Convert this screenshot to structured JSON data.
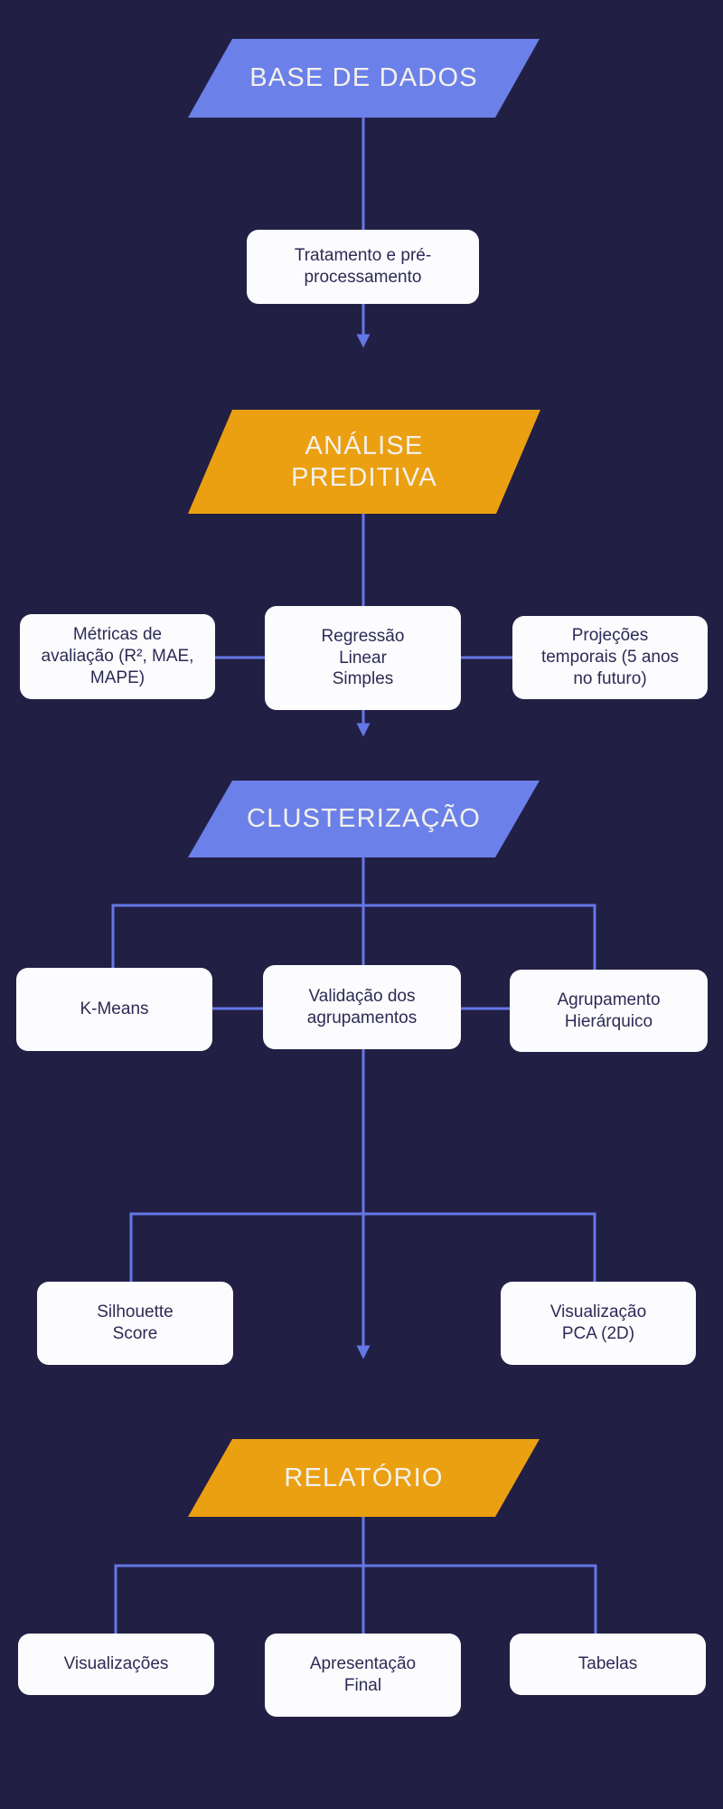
{
  "palette": {
    "background": "#221F44",
    "shape_blue": "#6B80E8",
    "shape_orange": "#EBA011",
    "connector_line": "#6477E6",
    "card_background": "#FCFCFE",
    "card_text": "#2D2B55",
    "shape_text": "#F3F1EC"
  },
  "nodes": {
    "base_de_dados": {
      "label": "BASE DE DADOS",
      "shape": "parallelogram",
      "color": "#6B80E8"
    },
    "tratamento": {
      "label": "Tratamento e pré-\nprocessamento",
      "shape": "rounded-box"
    },
    "analise_preditiva": {
      "label": "ANÁLISE\nPREDITIVA",
      "shape": "parallelogram",
      "color": "#EBA011"
    },
    "metricas": {
      "label": "Métricas de\navaliação (R², MAE,\nMAPE)",
      "shape": "rounded-box"
    },
    "regressao": {
      "label": "Regressão\nLinear\nSimples",
      "shape": "rounded-box"
    },
    "projecoes": {
      "label": "Projeções\ntemporais (5 anos\nno futuro)",
      "shape": "rounded-box"
    },
    "clusterizacao": {
      "label": "CLUSTERIZAÇÃO",
      "shape": "parallelogram",
      "color": "#6B80E8"
    },
    "kmeans": {
      "label": "K-Means",
      "shape": "rounded-box"
    },
    "validacao": {
      "label": "Validação dos\nagrupamentos",
      "shape": "rounded-box"
    },
    "agrupamento_hierarquico": {
      "label": "Agrupamento\nHierárquico",
      "shape": "rounded-box"
    },
    "silhouette": {
      "label": "Silhouette\nScore",
      "shape": "rounded-box"
    },
    "pca": {
      "label": "Visualização\nPCA (2D)",
      "shape": "rounded-box"
    },
    "relatorio": {
      "label": "RELATÓRIO",
      "shape": "parallelogram",
      "color": "#EBA011"
    },
    "visualizacoes": {
      "label": "Visualizações",
      "shape": "rounded-box"
    },
    "apresentacao": {
      "label": "Apresentação\nFinal",
      "shape": "rounded-box"
    },
    "tabelas": {
      "label": "Tabelas",
      "shape": "rounded-box"
    }
  }
}
